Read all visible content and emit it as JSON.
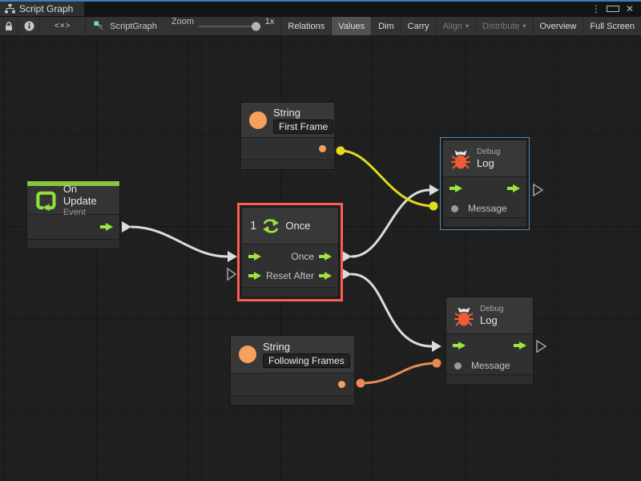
{
  "window": {
    "tab_title": "Script Graph",
    "controls": {
      "menu": "kebab-menu",
      "maximize": "maximize",
      "close": "close"
    }
  },
  "toolbar": {
    "lock_icon": "lock-icon",
    "info_icon": "info-icon",
    "code_icon": "code-icon",
    "code_glyph": "<×>",
    "graph_label": "ScriptGraph",
    "zoom_label": "Zoom",
    "zoom_value": "1x",
    "buttons": [
      {
        "label": "Relations",
        "active": false,
        "disabled": false
      },
      {
        "label": "Values",
        "active": true,
        "disabled": false
      },
      {
        "label": "Dim",
        "active": false,
        "disabled": false
      },
      {
        "label": "Carry",
        "active": false,
        "disabled": false
      },
      {
        "label": "Align",
        "active": false,
        "disabled": true,
        "dropdown": true
      },
      {
        "label": "Distribute",
        "active": false,
        "disabled": true,
        "dropdown": true
      },
      {
        "label": "Overview",
        "active": false,
        "disabled": false
      },
      {
        "label": "Full Screen",
        "active": false,
        "disabled": false
      }
    ]
  },
  "nodes": {
    "string_first": {
      "title": "String",
      "value": "First Frame"
    },
    "on_update": {
      "title": "On Update",
      "subtitle": "Event"
    },
    "once": {
      "badge": "1",
      "title": "Once",
      "ports": {
        "out_once": "Once",
        "in_reset": "Reset",
        "out_after": "After"
      },
      "selected": true
    },
    "debug_top": {
      "subtitle": "Debug",
      "title": "Log",
      "message_label": "Message",
      "selected": true
    },
    "string_following": {
      "title": "String",
      "value": "Following Frames"
    },
    "debug_bottom": {
      "subtitle": "Debug",
      "title": "Log",
      "message_label": "Message"
    }
  },
  "connections": [
    {
      "from": "on-update.trigger-out",
      "to": "once.flow-in",
      "type": "flow",
      "color": "white"
    },
    {
      "from": "once.once-out",
      "to": "debug-log-top.flow-in",
      "type": "flow",
      "color": "white"
    },
    {
      "from": "once.after-out",
      "to": "debug-log-bottom.flow-in",
      "type": "flow",
      "color": "white"
    },
    {
      "from": "string-first-frame.value-out",
      "to": "debug-log-top.message-in",
      "type": "value",
      "color": "yellow"
    },
    {
      "from": "string-following-frames.value-out",
      "to": "debug-log-bottom.message-in",
      "type": "value",
      "color": "orange"
    }
  ],
  "colors": {
    "accent-blue": "#3e7cc1",
    "flow-green": "#9fe43c",
    "event-green": "#8bc53f",
    "value-orange": "#f7a05c",
    "wire-orange": "#e98a4f",
    "wire-yellow": "#e3da1d",
    "wire-white": "#dcdcdc",
    "bug-orange": "#ee5b35",
    "select-red": "#ff5c52",
    "select-blue": "#5285b4",
    "dot-gray": "#9a9a9a"
  }
}
